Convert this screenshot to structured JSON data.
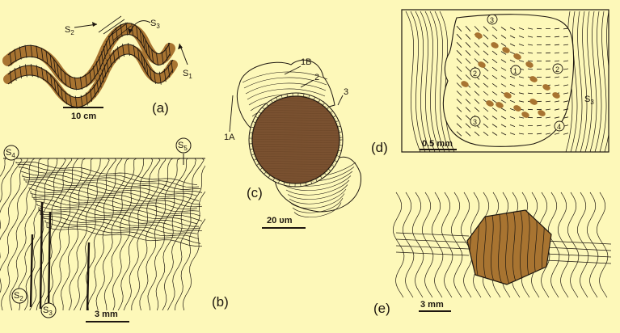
{
  "colors": {
    "background": "#fdf8b9",
    "ink": "#1d160f",
    "mineral": "#a87431",
    "porph": "#7a5130"
  },
  "panels": {
    "a": {
      "label": "(a)",
      "scale": "10 cm",
      "s1": "S",
      "s1_sub": "1",
      "s2": "S",
      "s2_sub": "2",
      "s3": "S",
      "s3_sub": "3"
    },
    "b": {
      "label": "(b)",
      "scale": "3 mm",
      "s2": "S",
      "s2_sub": "2",
      "s3": "S",
      "s3_sub": "3",
      "s4": "S",
      "s4_sub": "4",
      "s5": "S",
      "s5_sub": "5"
    },
    "c": {
      "label": "(c)",
      "scale": "20 υm",
      "l1a": "1A",
      "l1b": "1B",
      "l2": "2",
      "l3": "3"
    },
    "d": {
      "label": "(d)",
      "scale": "0.5 mm",
      "s3": "S",
      "s3_sub": "3",
      "c1": "1",
      "c2": "2",
      "c3": "3",
      "c4": "4"
    },
    "e": {
      "label": "(e)",
      "scale": "3 mm"
    }
  }
}
